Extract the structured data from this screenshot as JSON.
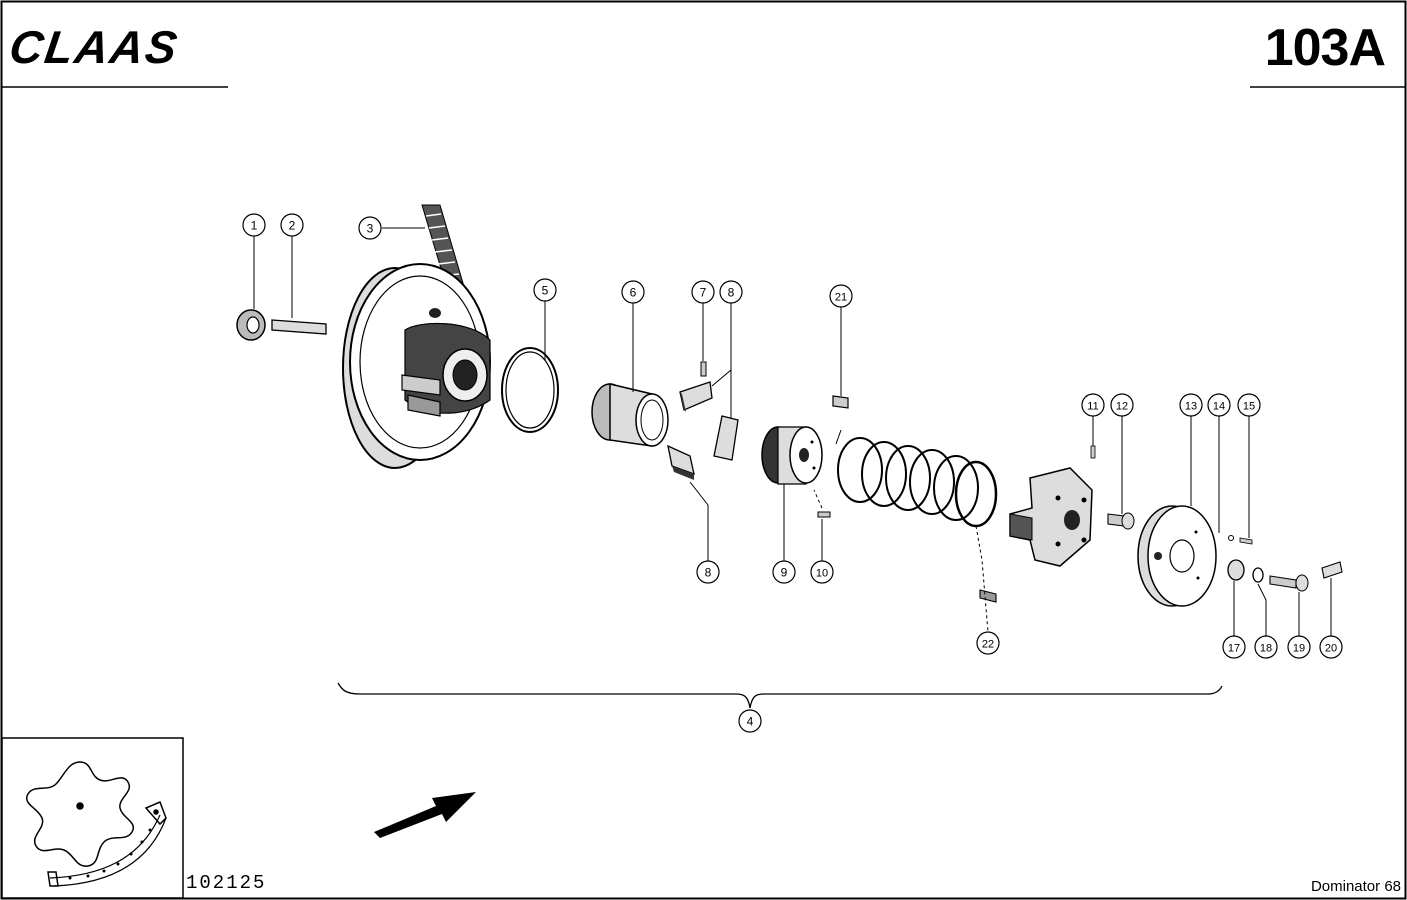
{
  "header": {
    "brand": "CLAAS",
    "page_number": "103A"
  },
  "footer": {
    "drawing_number": "102125",
    "model": "Dominator 68"
  },
  "callouts": [
    "1",
    "2",
    "3",
    "5",
    "6",
    "7",
    "8",
    "21",
    "11",
    "12",
    "13",
    "14",
    "15",
    "8",
    "9",
    "10",
    "22",
    "17",
    "18",
    "19",
    "20",
    "4"
  ]
}
